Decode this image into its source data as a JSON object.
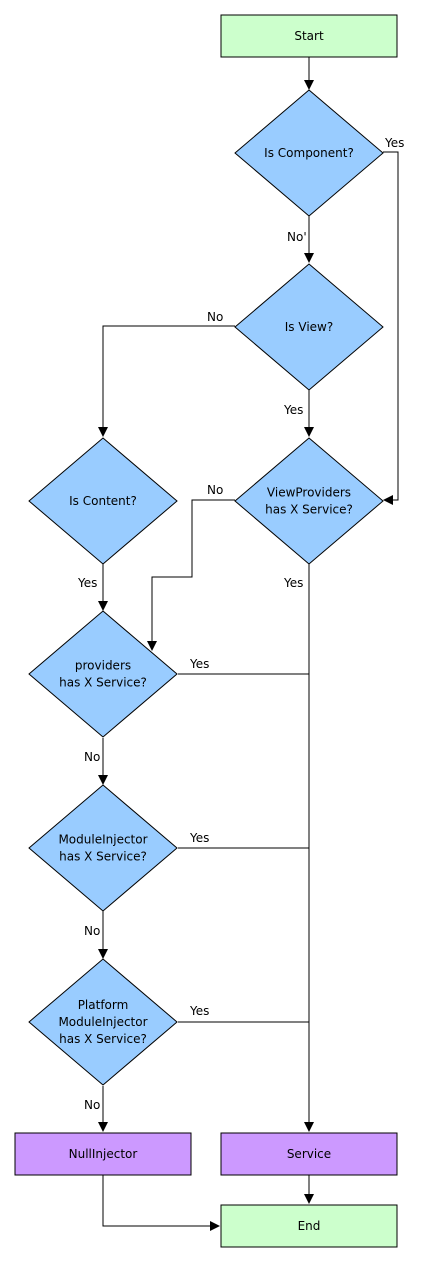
{
  "nodes": {
    "start": {
      "lines": [
        "Start"
      ],
      "color": "#ccffcc"
    },
    "is_component": {
      "lines": [
        "Is Component?"
      ],
      "color": "#99ccff"
    },
    "is_view": {
      "lines": [
        "Is View?"
      ],
      "color": "#99ccff"
    },
    "is_content": {
      "lines": [
        "Is Content?"
      ],
      "color": "#99ccff"
    },
    "viewproviders": {
      "lines": [
        "ViewProviders",
        "has X Service?"
      ],
      "color": "#99ccff"
    },
    "providers": {
      "lines": [
        "providers",
        "has X Service?"
      ],
      "color": "#99ccff"
    },
    "module_injector": {
      "lines": [
        "ModuleInjector",
        "has X Service?"
      ],
      "color": "#99ccff"
    },
    "platform": {
      "lines": [
        "Platform",
        "ModuleInjector",
        "has X Service?"
      ],
      "color": "#99ccff"
    },
    "null_injector": {
      "lines": [
        "NullInjector"
      ],
      "color": "#cc99ff"
    },
    "service": {
      "lines": [
        "Service"
      ],
      "color": "#cc99ff"
    },
    "end": {
      "lines": [
        "End"
      ],
      "color": "#ccffcc"
    }
  },
  "edge_labels": {
    "component_yes": "Yes",
    "component_no": "No'",
    "view_no": "No",
    "view_yes": "Yes",
    "content_yes": "Yes",
    "viewproviders_no": "No",
    "viewproviders_yes": "Yes",
    "providers_yes": "Yes",
    "providers_no": "No",
    "module_yes": "Yes",
    "module_no": "No",
    "platform_yes": "Yes",
    "platform_no": "No"
  }
}
